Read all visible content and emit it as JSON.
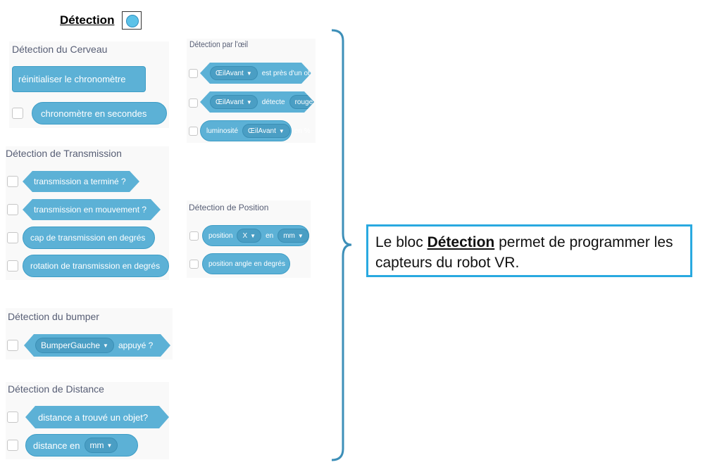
{
  "header": {
    "title": "Détection"
  },
  "brain": {
    "title": "Détection du Cerveau",
    "reset_label": "réinitialiser le chronomètre",
    "timer_label": "chronomètre en secondes"
  },
  "eye": {
    "title": "Détection par l'œil",
    "near": {
      "sensor": "ŒilAvant",
      "text": "est près d'un objet ?"
    },
    "detects": {
      "sensor": "ŒilAvant",
      "text": "détecte",
      "color": "rouge",
      "q": "?"
    },
    "brightness": {
      "prefix": "luminosité",
      "sensor": "ŒilAvant",
      "suffix": "en %"
    }
  },
  "drivetrain": {
    "title": "Détection de Transmission",
    "done": "transmission a terminé ?",
    "moving": "transmission en mouvement ?",
    "heading": "cap de transmission en degrés",
    "rotation": "rotation de transmission en degrés"
  },
  "position": {
    "title": "Détection de Position",
    "pos_prefix": "position",
    "axis": "X",
    "in": "en",
    "unit": "mm",
    "angle": "position angle en degrés"
  },
  "bumper": {
    "title": "Détection du bumper",
    "sensor": "BumperGauche",
    "suffix": "appuyé ?"
  },
  "distance": {
    "title": "Détection de Distance",
    "found": "distance a trouvé un objet?",
    "prefix": "distance en",
    "unit": "mm"
  },
  "callout": {
    "pre": "Le bloc",
    "bold": "Détection",
    "post": "permet de programmer les capteurs du robot VR."
  },
  "icons": {
    "category_dot": "circle-icon",
    "dropdown": "caret-down-icon",
    "brace": "right-brace"
  },
  "colors": {
    "block": "#5cb1d6",
    "callout_border": "#29a9e0",
    "brace": "#3d8fb8"
  }
}
